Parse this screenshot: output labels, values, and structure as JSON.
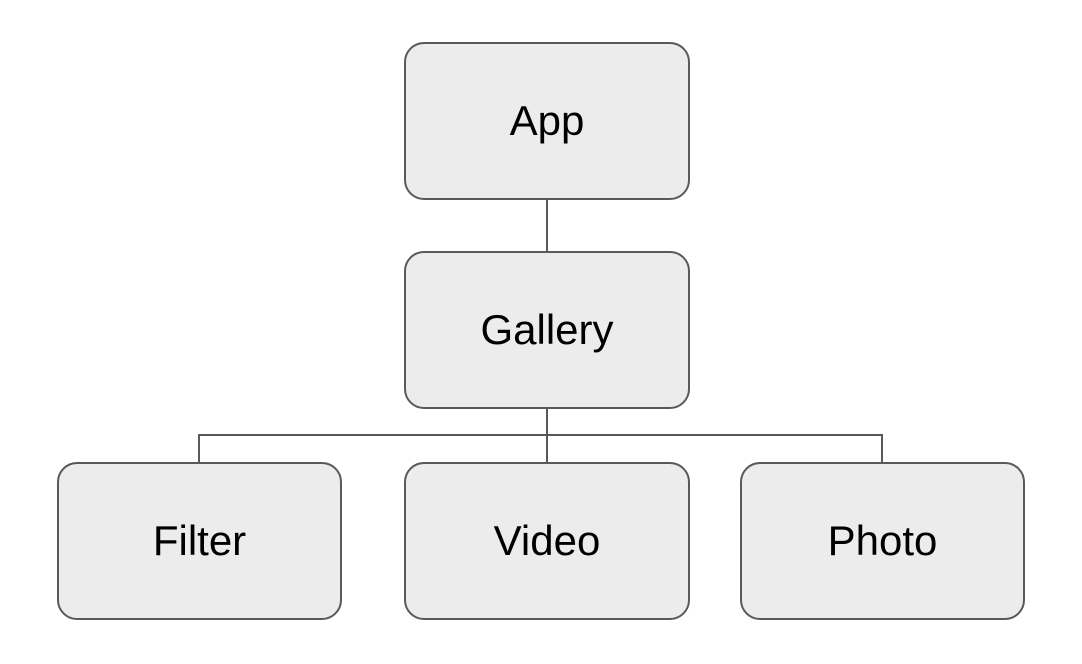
{
  "diagram": {
    "type": "tree",
    "nodes": [
      {
        "id": "app",
        "label": "App"
      },
      {
        "id": "gallery",
        "label": "Gallery"
      },
      {
        "id": "filter",
        "label": "Filter"
      },
      {
        "id": "video",
        "label": "Video"
      },
      {
        "id": "photo",
        "label": "Photo"
      }
    ],
    "edges": [
      {
        "from": "App",
        "to": "Gallery"
      },
      {
        "from": "Gallery",
        "to": "Filter"
      },
      {
        "from": "Gallery",
        "to": "Video"
      },
      {
        "from": "Gallery",
        "to": "Photo"
      }
    ],
    "colors": {
      "background": "#ffffff",
      "node_fill": "#ececec",
      "node_border": "#595959",
      "connector": "#595959",
      "text": "#000000"
    }
  }
}
